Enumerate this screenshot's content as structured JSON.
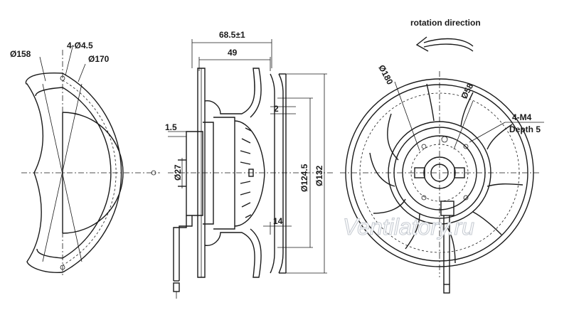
{
  "dimensions": {
    "d158": "Ø158",
    "holes": "4-Ø4.5",
    "d170": "Ø170",
    "width_total": "68.5±1",
    "width_49": "49",
    "gap_2": "2",
    "gap_1_5": "1.5",
    "d27": "Ø27",
    "d124_5": "Ø124.5",
    "d132": "Ø132",
    "len_14": "14",
    "d180": "Ø180",
    "d58": "Ø58",
    "thread": "4-M4",
    "thread_depth": "Depth 5"
  },
  "rotation_label": "rotation direction",
  "watermark": "Ventilatory.ru",
  "colors": {
    "line": "#1a1a1a",
    "background": "#ffffff",
    "watermark_outline": "#c7ccd3"
  }
}
